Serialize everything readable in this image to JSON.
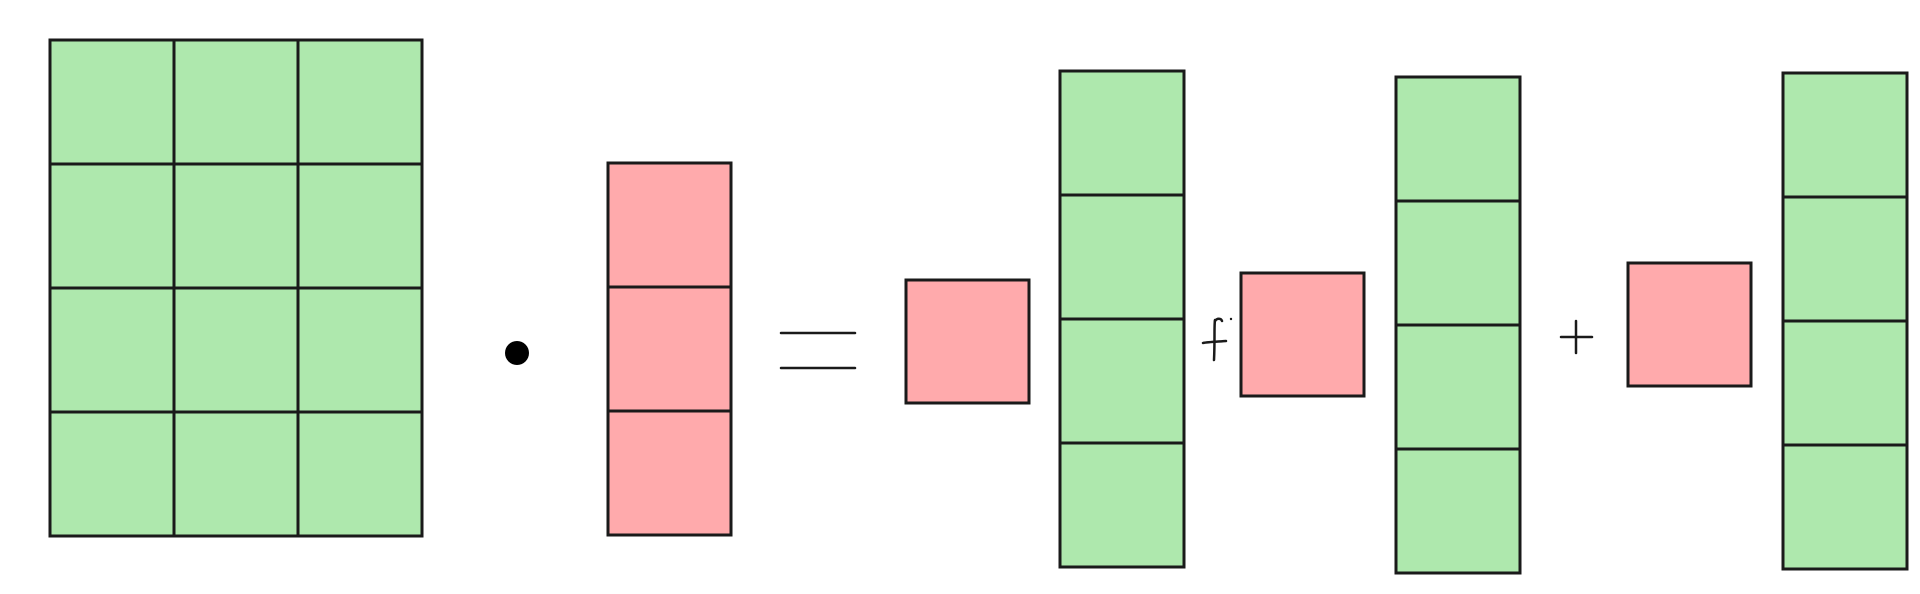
{
  "diagram": {
    "colors": {
      "green": "#aee8ad",
      "red": "#ffaaac",
      "stroke": "#1a1a1a"
    },
    "matrix": {
      "rows": 4,
      "cols": 3
    },
    "vector": {
      "rows": 3,
      "cols": 1
    },
    "operators": [
      "dot-multiply",
      "equals",
      "plus",
      "plus"
    ],
    "result_terms": [
      {
        "scalar": 1,
        "column_rows": 4
      },
      {
        "scalar": 1,
        "column_rows": 4
      },
      {
        "scalar": 1,
        "column_rows": 4
      }
    ]
  }
}
